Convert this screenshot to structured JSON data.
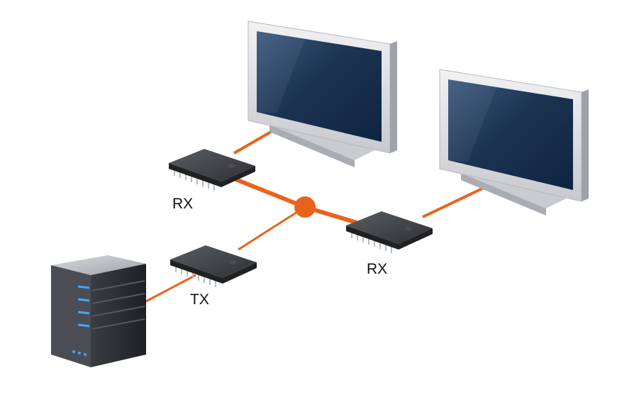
{
  "labels": {
    "receiver_1": "RX",
    "receiver_2": "RX",
    "transmitter": "TX"
  },
  "colors": {
    "link": "#e8641c",
    "hub": "#e8641c",
    "chip_body": "#3b3d40",
    "screen": "#1e3a5c",
    "bezel": "#dcdde0",
    "server_body": "#2b2d31",
    "server_led": "#3fa9ff"
  },
  "icons": {
    "display_1": "monitor-icon",
    "display_2": "monitor-icon",
    "chip_rx_1": "chip-icon",
    "chip_rx_2": "chip-icon",
    "chip_tx": "chip-icon",
    "hub": "network-node-icon",
    "source": "server-icon"
  }
}
